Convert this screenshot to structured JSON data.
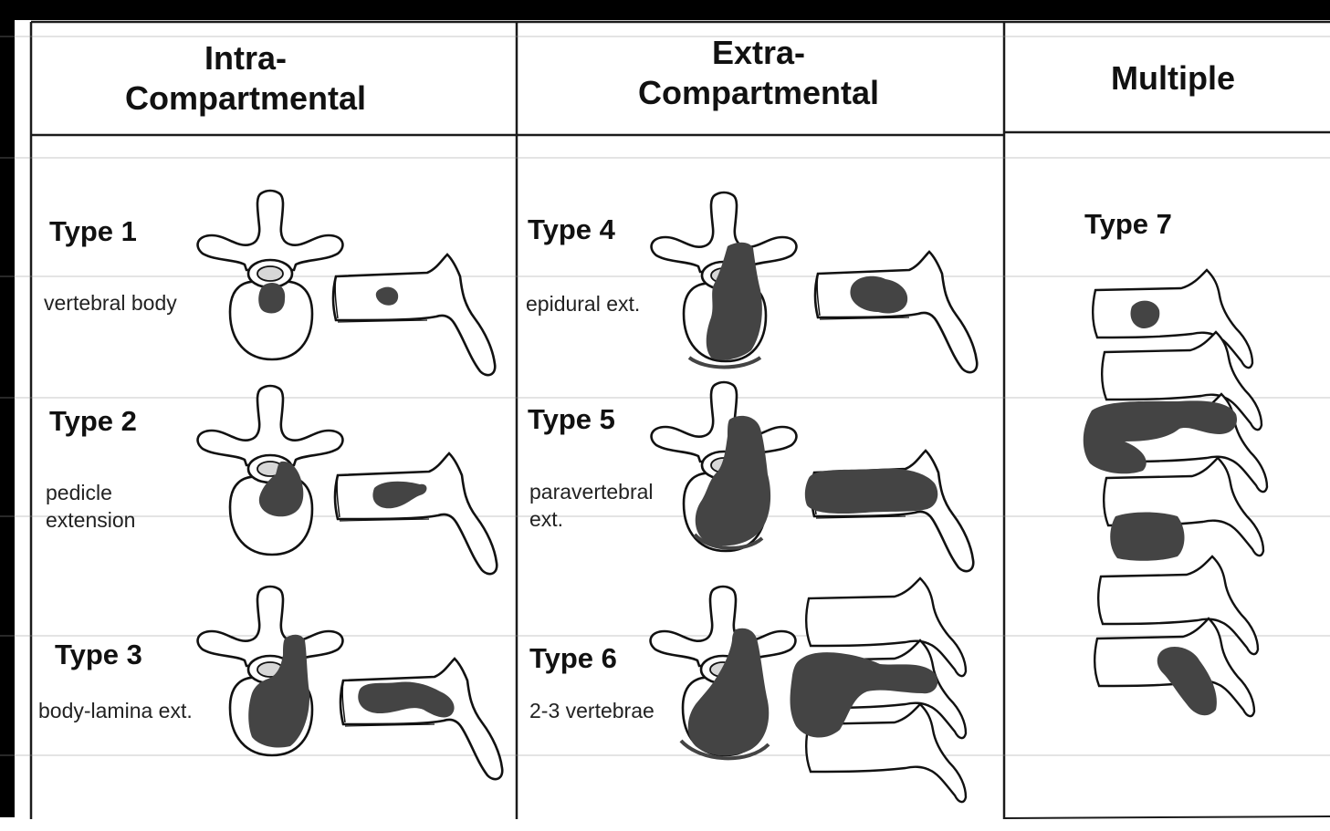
{
  "colors": {
    "ink": "#111111",
    "tumor": "#444444",
    "canal_fill": "#d7d7d7",
    "frame_bg": "#000000",
    "paper": "#ffffff"
  },
  "headers": {
    "intra_line1": "Intra-",
    "intra_line2": "Compartmental",
    "extra_line1": "Extra-",
    "extra_line2": "Compartmental",
    "multiple": "Multiple"
  },
  "types": [
    {
      "id": "type-1",
      "title": "Type 1",
      "desc_line1": "vertebral body",
      "desc_line2": ""
    },
    {
      "id": "type-2",
      "title": "Type 2",
      "desc_line1": "pedicle",
      "desc_line2": "extension"
    },
    {
      "id": "type-3",
      "title": "Type 3",
      "desc_line1": "body-lamina ext.",
      "desc_line2": ""
    },
    {
      "id": "type-4",
      "title": "Type 4",
      "desc_line1": "epidural ext.",
      "desc_line2": ""
    },
    {
      "id": "type-5",
      "title": "Type 5",
      "desc_line1": "paravertebral",
      "desc_line2": "ext."
    },
    {
      "id": "type-6",
      "title": "Type 6",
      "desc_line1": "2-3 vertebrae",
      "desc_line2": ""
    },
    {
      "id": "type-7",
      "title": "Type 7",
      "desc_line1": "",
      "desc_line2": ""
    }
  ]
}
